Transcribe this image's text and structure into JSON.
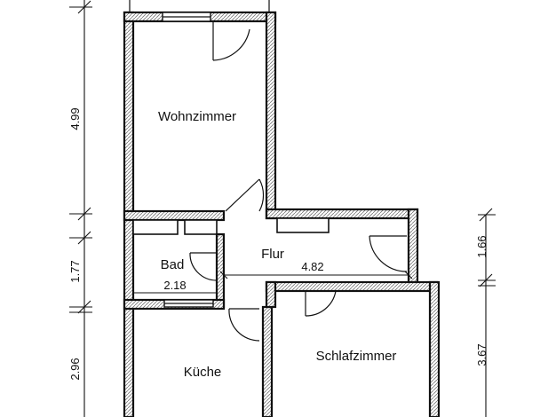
{
  "rooms": {
    "wohnzimmer": "Wohnzimmer",
    "flur": "Flur",
    "bad": "Bad",
    "kueche": "Küche",
    "schlafzimmer": "Schlafzimmer"
  },
  "dimensions": {
    "left": [
      "4.99",
      "1.77",
      "2.96"
    ],
    "right": [
      "1.66",
      "3.67"
    ],
    "flur_width": "4.82",
    "bad_width": "2.18"
  },
  "colors": {
    "line": "#111111",
    "background": "#ffffff"
  }
}
